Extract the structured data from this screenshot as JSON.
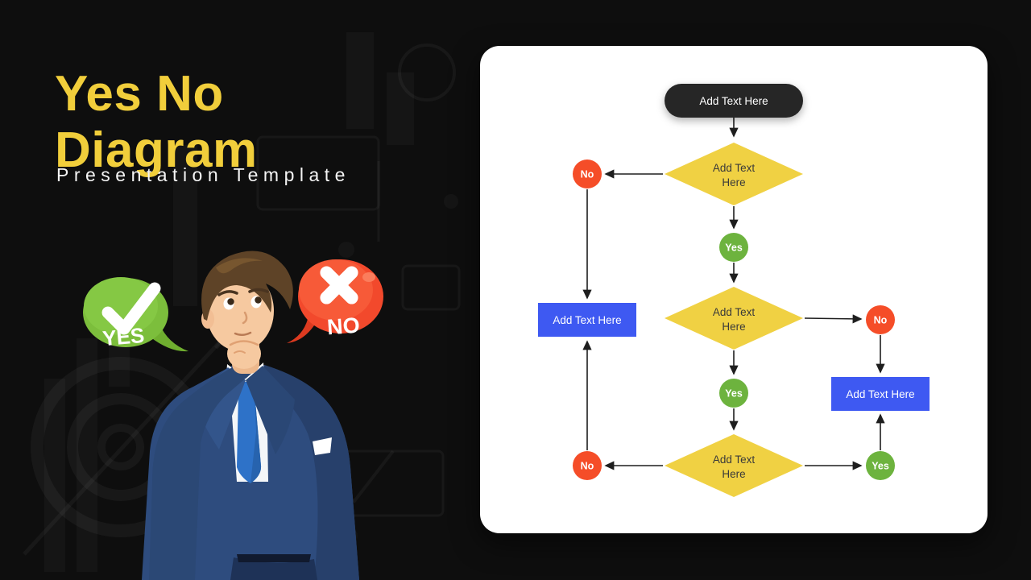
{
  "header": {
    "title_line1": "Yes No",
    "title_line2": "Diagram",
    "subtitle": "Presentation Template"
  },
  "illustration": {
    "yes_bubble": "YES",
    "no_bubble": "NO"
  },
  "flowchart": {
    "start_label": "Add Text Here",
    "decisions": [
      {
        "line1": "Add Text",
        "line2": "Here"
      },
      {
        "line1": "Add Text",
        "line2": "Here"
      },
      {
        "line1": "Add Text",
        "line2": "Here"
      }
    ],
    "branch_labels": {
      "yes": "Yes",
      "no": "No"
    },
    "actions": [
      {
        "label": "Add Text Here"
      },
      {
        "label": "Add Text Here"
      }
    ]
  },
  "colors": {
    "background": "#0E0E0E",
    "title_yellow": "#F1CE3B",
    "card_white": "#FFFFFF",
    "start_dark": "#282828",
    "diamond_yellow": "#F0D143",
    "action_blue": "#3E59F2",
    "no_red": "#F54D28",
    "yes_green": "#6DB33E",
    "connector_dark": "#1E1E1E",
    "bubble_green": "#7CBE3C",
    "bubble_red": "#F2492C",
    "suit_navy": "#2E4C7E",
    "tie_blue": "#2E72C8"
  }
}
